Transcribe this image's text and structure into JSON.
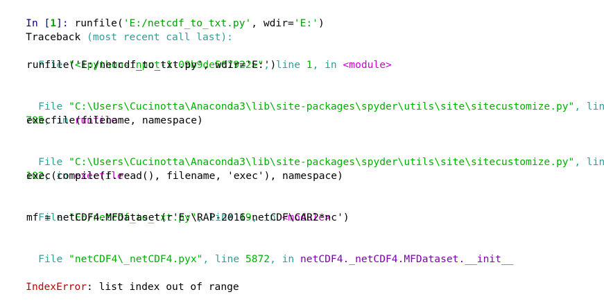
{
  "prompt": {
    "label": "In [",
    "number": "1",
    "close": "]: ",
    "command_a": "runfile(",
    "command_str1": "'E:/netcdf_to_txt.py'",
    "command_b": ", wdir=",
    "command_str2": "'E:'",
    "command_c": ")"
  },
  "traceback": {
    "header": "Traceback ",
    "header_note": "(most recent call last):",
    "frames": [
      {
        "file_kw": "File ",
        "path": "\"<ipython-input-1-09b9de507922>\"",
        "line_kw": ", line ",
        "line_no": "1",
        "in_kw": ", in ",
        "func": "<module>",
        "code": "runfile('E:/netcdf_to_txt.py', wdir='E:')"
      },
      {
        "file_kw": "File ",
        "path": "\"C:\\Users\\Cucinotta\\Anaconda3\\lib\\site-packages\\spyder\\utils\\site\\sitecustomize.py\"",
        "line_kw": ", line",
        "line_no": "705",
        "in_kw": ", in ",
        "func": "runfile",
        "code": "execfile(filename, namespace)"
      },
      {
        "file_kw": "File ",
        "path": "\"C:\\Users\\Cucinotta\\Anaconda3\\lib\\site-packages\\spyder\\utils\\site\\sitecustomize.py\"",
        "line_kw": ", line",
        "line_no": "102",
        "in_kw": ", in ",
        "func": "execfile",
        "code": "exec(compile(f.read(), filename, 'exec'), namespace)"
      },
      {
        "file_kw": "File ",
        "path": "\"E:/netcdf_to_txt.py\"",
        "line_kw": ", line ",
        "line_no": "19",
        "in_kw": ", in ",
        "func": "<module>",
        "code": "mf = netCDF4.MFDataset(r'E:\\RAP-2016-netCDF\\CAR2*nc')"
      },
      {
        "file_kw": "File ",
        "path": "\"netCDF4\\_netCDF4.pyx\"",
        "line_kw": ", line ",
        "line_no": "5872",
        "in_kw": ", in ",
        "func": "netCDF4._netCDF4.MFDataset.__init__"
      }
    ]
  },
  "error": {
    "type": "IndexError",
    "message": ": list index out of range"
  },
  "colors": {
    "string": "#00a000",
    "keyword_cyan": "#2aa198",
    "function_magenta": "#cc00cc",
    "error_red": "#c00000"
  }
}
